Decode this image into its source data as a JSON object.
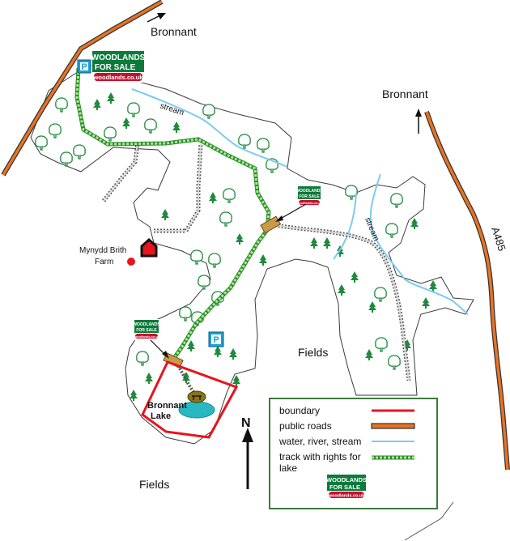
{
  "labels": {
    "bronnant_top": "Bronnant",
    "bronnant_right": "Bronnant",
    "farm_line1": "Mynydd Brith",
    "farm_line2": "Farm",
    "fields_center": "Fields",
    "fields_bottom": "Fields",
    "lake_line1": "Bronnant",
    "lake_line2": "Lake",
    "road": "A485",
    "stream_top": "stream",
    "stream_right": "stream",
    "north": "N"
  },
  "sign": {
    "line1": "WOODLANDS",
    "line2": "FOR SALE",
    "url": "woodlands.co.uk"
  },
  "parking_symbol": "P",
  "legend": {
    "boundary": "boundary",
    "roads": "public roads",
    "water": "water, river, stream",
    "track_line1": "track with rights for",
    "track_line2": "lake"
  },
  "colors": {
    "boundary": "#e8141c",
    "road": "#e87322",
    "water": "#7ccbef",
    "track": "#6bd25b",
    "sign_green": "#0b7a3b",
    "sign_red": "#c8102e",
    "parking": "#1d9fd8",
    "lake": "#28b8c2",
    "tree": "#1f8a3c"
  }
}
